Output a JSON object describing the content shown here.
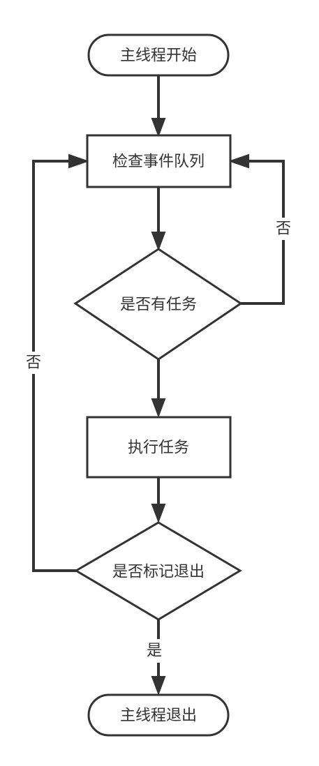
{
  "nodes": {
    "main_start": "主线程开始",
    "check_queue": "检查事件队列",
    "has_task": "是否有任务",
    "execute_task": "执行任务",
    "check_exit": "是否标记退出",
    "main_exit": "主线程退出"
  },
  "edge_labels": {
    "no_task": "否",
    "not_exit": "否",
    "exit_yes": "是"
  }
}
